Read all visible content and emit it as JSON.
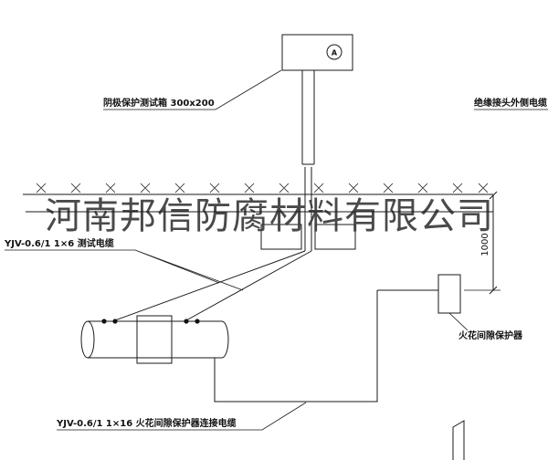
{
  "diagram": {
    "labels": {
      "test_box": "阴极保护测试箱 300x200",
      "insulated_joint_cable": "绝缘接头外侧电缆",
      "test_cable": "YJV-0.6/1 1×6  测试电缆",
      "spark_gap_protector": "火花间隙保护器",
      "spark_gap_cable": "YJV-0.6/1 1×16  火花间隙保护器连接电缆",
      "dimension_1000": "1000",
      "meter": "A"
    },
    "watermark": "河南邦信防腐材料有限公司",
    "colors": {
      "line": "#1a1a1a",
      "background": "#ffffff",
      "watermark": "#3b3b3b"
    }
  }
}
